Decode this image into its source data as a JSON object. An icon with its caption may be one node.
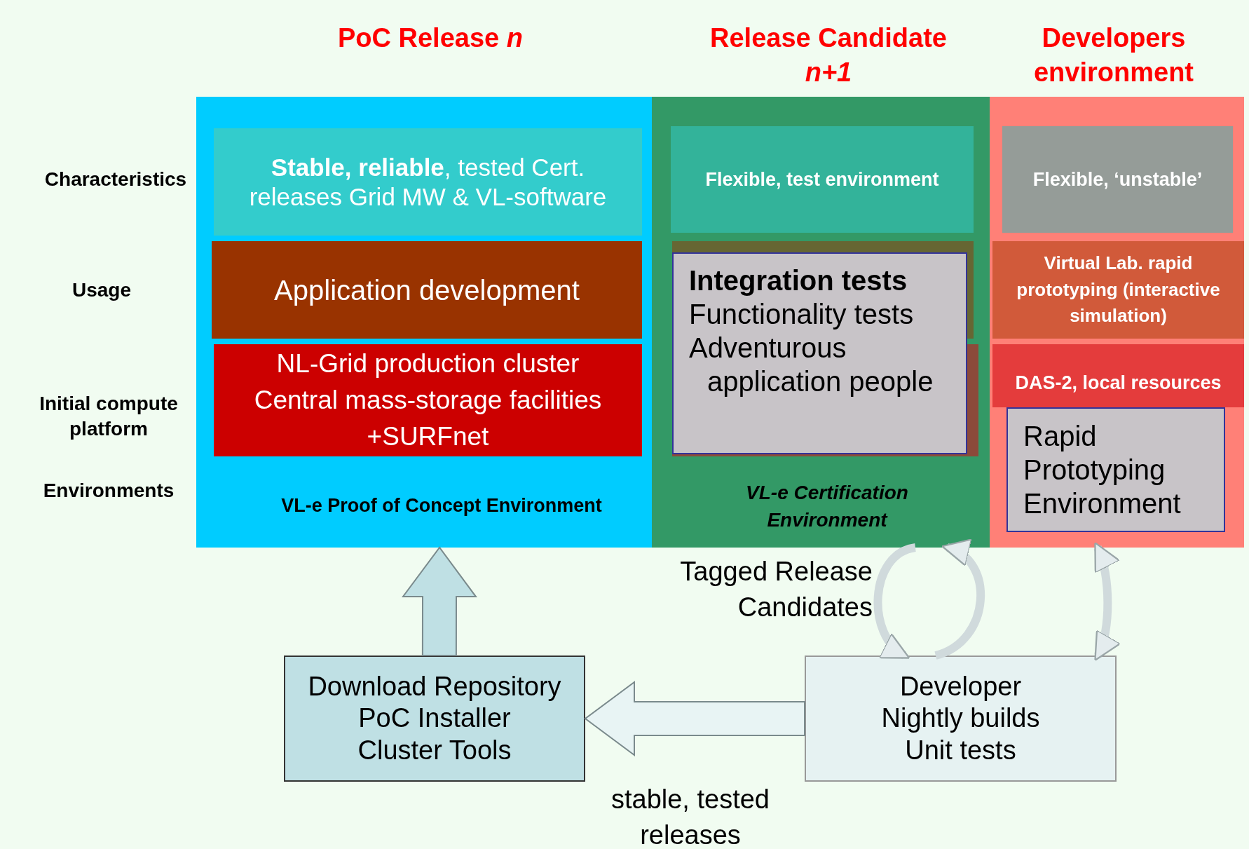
{
  "diagram": {
    "nodes": [
      {
        "text": [
          "PoC Release *n*",
          "VL-e Proof of Concept Environment"
        ]
      },
      {
        "text": [
          "**Stable, reliable**, tested Cert. releases Grid MW & VL-software"
        ],
        "in": 0
      },
      {
        "text": [
          "Application development"
        ],
        "in": 0
      },
      {
        "text": [
          "NL-Grid production cluster",
          "Central mass-storage facilities",
          "+SURFnet"
        ],
        "in": 0
      },
      {
        "text": [
          "Release Candidate *n+1*",
          "VL-e Certification Environment"
        ]
      },
      {
        "text": [
          "Flexible, test environment"
        ],
        "in": 4
      },
      {
        "text": [
          "Integration tests",
          "Functionality tests",
          "Adventurous application people"
        ],
        "in": 4
      },
      {
        "text": [
          "Developers environment"
        ]
      },
      {
        "text": [
          "Flexible, ‘unstable’"
        ],
        "in": 7
      },
      {
        "text": [
          "Virtual Lab. rapid prototyping (interactive simulation)"
        ],
        "in": 7
      },
      {
        "text": [
          "DAS-2, local resources"
        ],
        "in": 7
      },
      {
        "text": [
          "Rapid Prototyping Environment"
        ],
        "in": 7
      },
      {
        "text": [
          "Download Repository",
          "PoC Installer",
          "Cluster Tools"
        ]
      },
      {
        "text": [
          "Developer",
          "Nightly builds",
          "Unit tests"
        ]
      }
    ],
    "edges": [
      {
        "from": 12,
        "to": 0,
        "arrow": "to",
        "style": "thick"
      },
      {
        "from": 13,
        "to": 12,
        "arrow": "to",
        "style": "thick",
        "label": "stable, tested releases"
      },
      {
        "from": 4,
        "to": 13,
        "arrow": "to",
        "label": "Tagged Release Candidates"
      },
      {
        "from": 13,
        "to": 4,
        "arrow": "to"
      },
      {
        "from": 7,
        "to": 13,
        "arrow": "both"
      }
    ],
    "labels": [
      "Characteristics",
      "Usage",
      "Initial compute platform",
      "Environments"
    ]
  }
}
